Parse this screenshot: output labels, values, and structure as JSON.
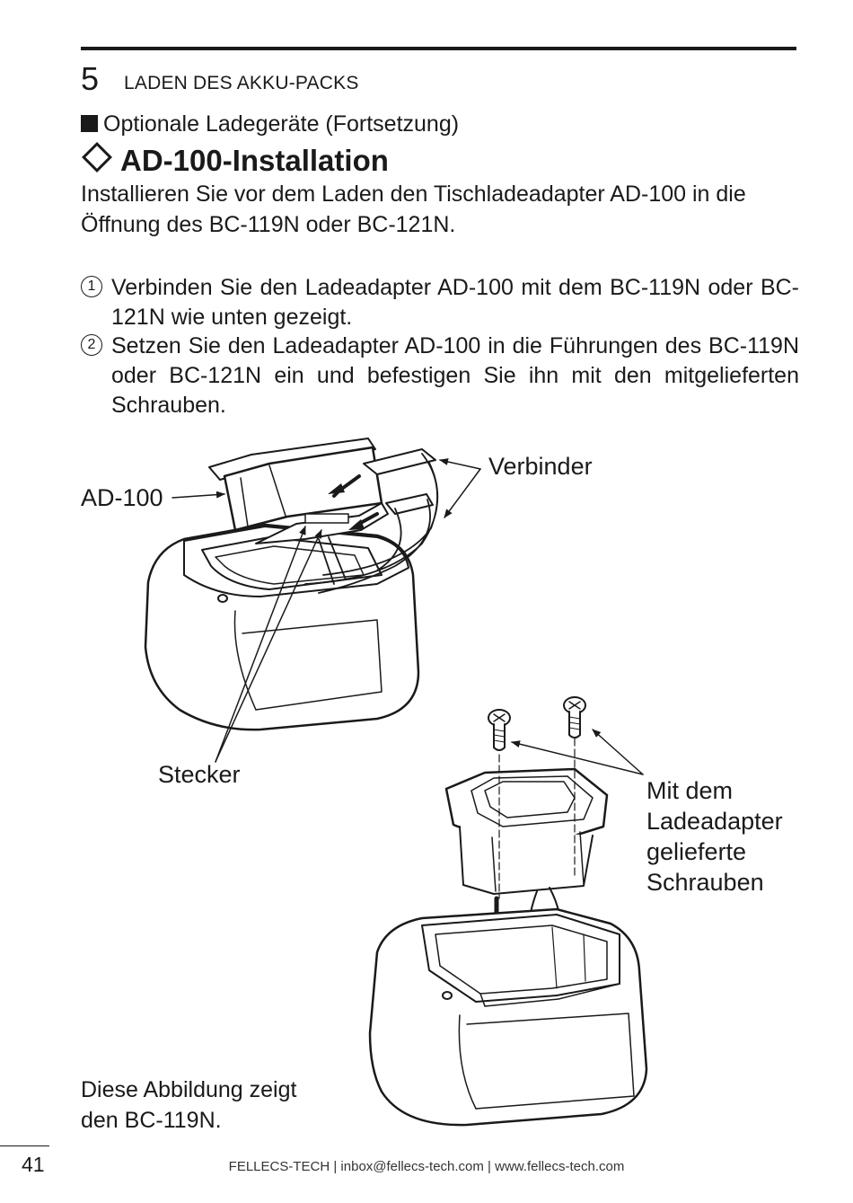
{
  "header": {
    "chapter_number": "5",
    "chapter_title": "LADEN DES AKKU-PACKS"
  },
  "section": "Optionale Ladegeräte (Fortsetzung)",
  "heading": "AD-100-Installation",
  "intro": "Installieren Sie vor dem Laden den Tischladeadapter AD-100 in die Öffnung des BC-119N oder BC-121N.",
  "steps": [
    {
      "number": "1",
      "text": "Verbinden Sie den Ladeadapter AD-100 mit dem BC-119N oder BC-121N wie unten gezeigt."
    },
    {
      "number": "2",
      "text": "Setzen Sie den Ladeadapter AD-100 in die Führungen des BC-119N oder BC-121N ein und befestigen Sie ihn mit den mitgelieferten Schrauben."
    }
  ],
  "figure": {
    "label_ad100": "AD-100",
    "label_verbinder": "Verbinder",
    "label_stecker": "Stecker",
    "label_screws": [
      "Mit dem",
      "Ladeadapter",
      "gelieferte",
      "Schrauben"
    ]
  },
  "caption": [
    "Diese Abbildung zeigt",
    "den BC-119N."
  ],
  "footer": {
    "page_number": "41",
    "text": "FELLECS-TECH | inbox@fellecs-tech.com | www.fellecs-tech.com"
  }
}
